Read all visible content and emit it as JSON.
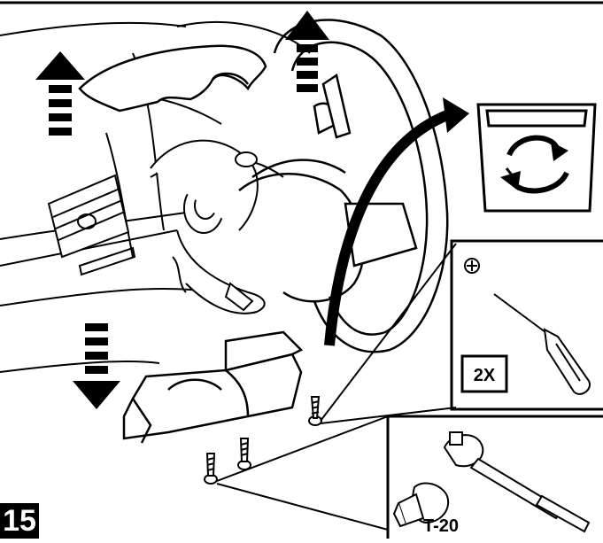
{
  "step": {
    "number": "15"
  },
  "callouts": {
    "screw_quantity": "2X",
    "bit_size": "T-20"
  },
  "icons": {
    "removal_arrows": "dashed-arrow-icon",
    "recycle": "recycle-bin-icon",
    "screwdriver": "phillips-screwdriver-icon",
    "ratchet": "ratchet-wrench-icon",
    "torx_bit": "torx-bit-icon"
  },
  "colors": {
    "line": "#000000",
    "background": "#ffffff"
  }
}
